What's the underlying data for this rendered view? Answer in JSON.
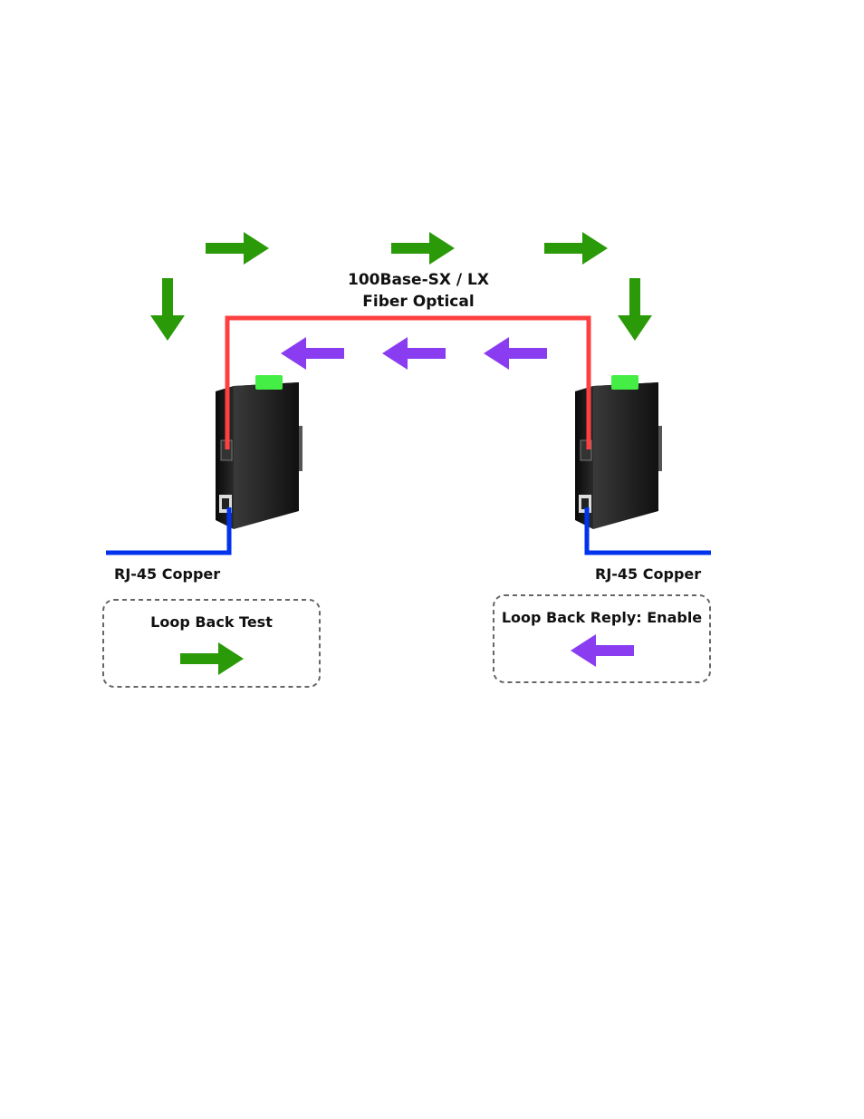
{
  "fiber": {
    "line1": "100Base-SX / LX",
    "line2": "Fiber Optical"
  },
  "left_port": {
    "label": "RJ-45 Copper"
  },
  "right_port": {
    "label": "RJ-45 Copper"
  },
  "legend_test": {
    "label": "Loop Back Test"
  },
  "legend_reply": {
    "label": "Loop Back Reply: Enable"
  },
  "colors": {
    "forward_arrow": "#2a9a08",
    "return_arrow": "#8a3cf0",
    "fiber_line": "#ff4040",
    "copper_line": "#0033ee",
    "device_body": "#1a1a1a",
    "terminal_block": "#44ee44",
    "legend_border": "#666666"
  },
  "icons": {
    "forward": "arrow-right-icon",
    "down": "arrow-down-icon",
    "return": "arrow-left-icon",
    "device": "media-converter-icon"
  }
}
